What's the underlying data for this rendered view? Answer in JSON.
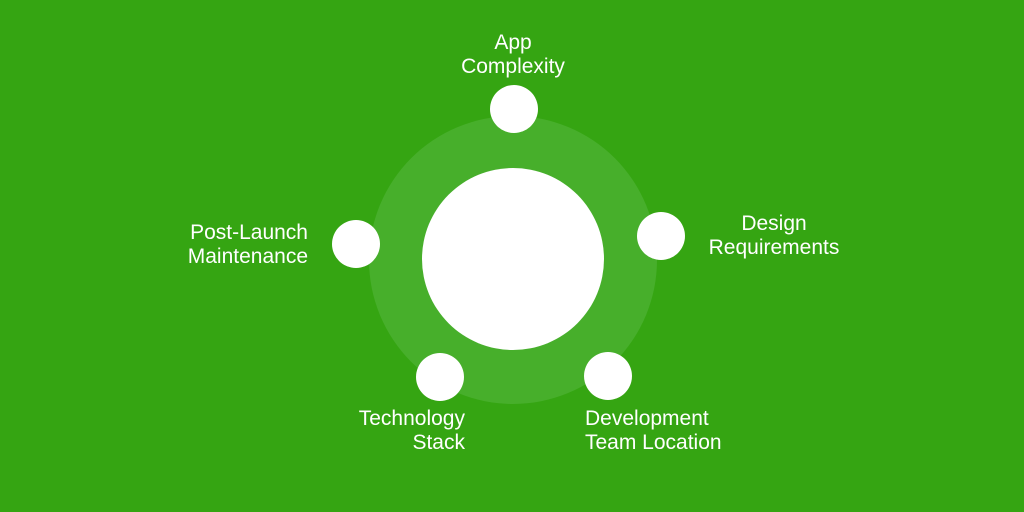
{
  "colors": {
    "background": "#35a512",
    "halo": "#47af2b",
    "node": "#ffffff",
    "text": "#ffffff"
  },
  "diagram": {
    "type": "hub-and-spoke",
    "description": "Central hub circle on a lighter green halo ring with five white satellite nodes, each labeled with a factor",
    "factors": [
      {
        "label": "App\nComplexity",
        "position": "top"
      },
      {
        "label": "Design\nRequirements",
        "position": "right"
      },
      {
        "label": "Development\nTeam Location",
        "position": "bottom-right"
      },
      {
        "label": "Technology\nStack",
        "position": "bottom-left"
      },
      {
        "label": "Post-Launch\nMaintenance",
        "position": "left"
      }
    ]
  }
}
